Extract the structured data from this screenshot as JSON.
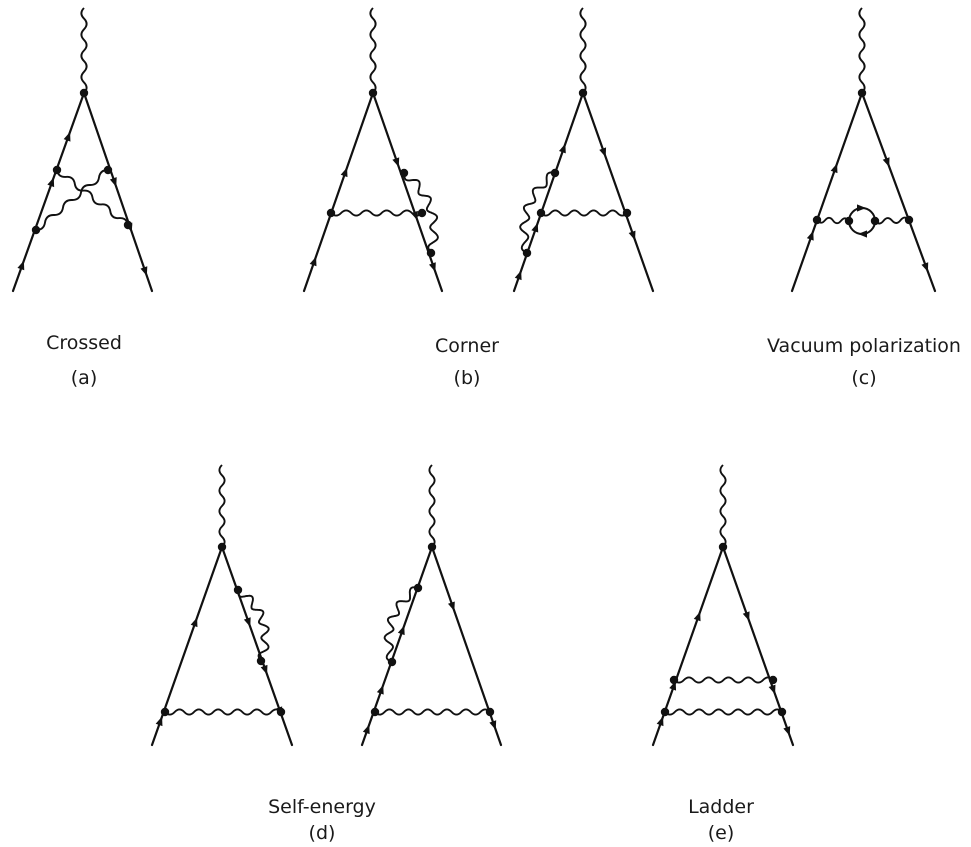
{
  "panels": {
    "a": {
      "name": "Crossed",
      "tag": "(a)"
    },
    "b": {
      "name": "Corner",
      "tag": "(b)"
    },
    "c": {
      "name": "Vacuum polarization",
      "tag": "(c)"
    },
    "d": {
      "name": "Self-energy",
      "tag": "(d)"
    },
    "e": {
      "name": "Ladder",
      "tag": "(e)"
    }
  },
  "colors": {
    "ink": "#111111",
    "background": "#ffffff"
  },
  "line_types": {
    "fermion": "straight line with arrow",
    "photon": "wavy line"
  }
}
